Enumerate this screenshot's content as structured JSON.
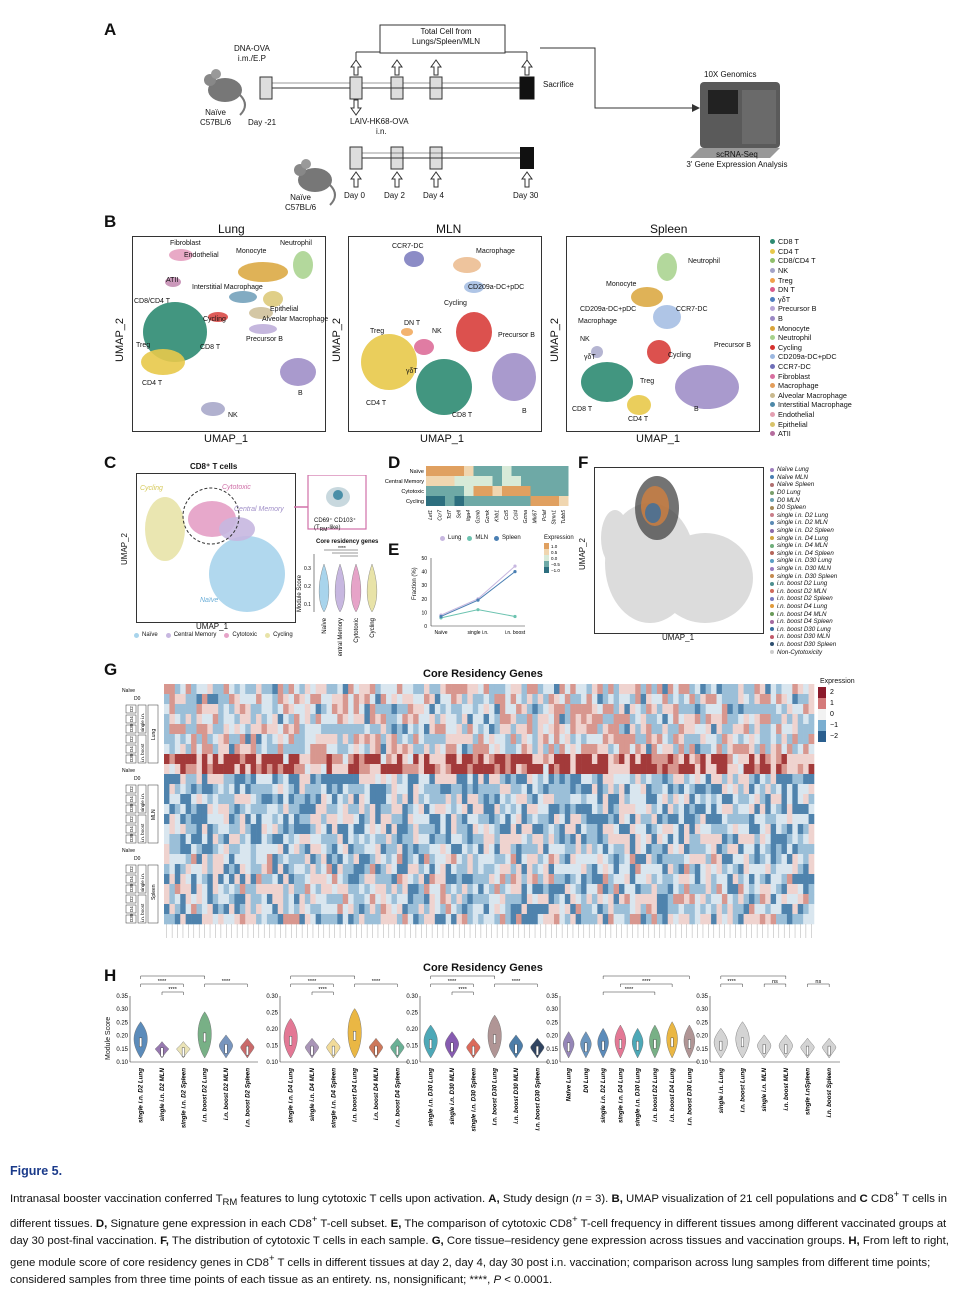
{
  "panelA": {
    "letter": "A",
    "mouse_top_label": [
      "Naïve",
      "C57BL/6"
    ],
    "mouse_bottom_label": [
      "Naïve",
      "C57BL/6"
    ],
    "dna_label": [
      "DNA-OVA",
      "i.m./E.P"
    ],
    "day_minus21": "Day -21",
    "total_cell": [
      "Total Cell from",
      "Lungs/Spleen/MLN"
    ],
    "sacrifice": "Sacrifice",
    "laiv_label": [
      "LAIV-HK68-OVA",
      "i.n."
    ],
    "days": [
      "Day 0",
      "Day 2",
      "Day 4",
      "Day 30"
    ],
    "genomics_title": "10X Genomics",
    "genomics_sub": [
      "scRNA-Seq",
      "3' Gene Expression Analysis"
    ]
  },
  "panelB": {
    "letter": "B",
    "titles": [
      "Lung",
      "MLN",
      "Spleen"
    ],
    "xlabel": "UMAP_1",
    "ylabel": "UMAP_2",
    "lung_labels": [
      "Fibroblast",
      "Endothelial",
      "Monocyte",
      "Neutrophil",
      "ATII",
      "Interstitial Macrophage",
      "CD8/CD4 T",
      "Epithelial",
      "Alveolar Macrophage",
      "Cycling",
      "Precursor B",
      "Treg",
      "CD8 T",
      "CD4 T",
      "B",
      "NK"
    ],
    "mln_labels": [
      "CCR7-DC",
      "Macrophage",
      "CD209a-DC+pDC",
      "Cycling",
      "DN T",
      "NK",
      "Treg",
      "γδT",
      "Precursor B",
      "CD4 T",
      "CD8 T",
      "B"
    ],
    "spleen_labels": [
      "Neutrophil",
      "Monocyte",
      "CD209a-DC+pDC",
      "CCR7-DC",
      "Macrophage",
      "NK",
      "γδT",
      "Cycling",
      "Precursor B",
      "Treg",
      "CD8 T",
      "CD4 T",
      "B"
    ],
    "legend": [
      {
        "label": "CD8 T",
        "color": "#2e8b72"
      },
      {
        "label": "CD4 T",
        "color": "#e8c94a"
      },
      {
        "label": "CD8/CD4 T",
        "color": "#8fbf6a"
      },
      {
        "label": "NK",
        "color": "#a3a3c7"
      },
      {
        "label": "Treg",
        "color": "#f0a04b"
      },
      {
        "label": "DN T",
        "color": "#d85b8c"
      },
      {
        "label": "γδT",
        "color": "#4f7fbf"
      },
      {
        "label": "Precursor B",
        "color": "#b7a5d6"
      },
      {
        "label": "B",
        "color": "#9a88c4"
      },
      {
        "label": "Monocyte",
        "color": "#d9a43a"
      },
      {
        "label": "Neutrophil",
        "color": "#a6d18b"
      },
      {
        "label": "Cycling",
        "color": "#d6332f"
      },
      {
        "label": "CD209a-DC+pDC",
        "color": "#9bb7e0"
      },
      {
        "label": "CCR7-DC",
        "color": "#6f6fb8"
      },
      {
        "label": "Fibroblast",
        "color": "#d86fa0"
      },
      {
        "label": "Macrophage",
        "color": "#e39d5b"
      },
      {
        "label": "Alveolar Macrophage",
        "color": "#c9b98e"
      },
      {
        "label": "Interstitial Macrophage",
        "color": "#4d88a8"
      },
      {
        "label": "Endothelial",
        "color": "#e39fb1"
      },
      {
        "label": "Epithelial",
        "color": "#d8c36a"
      },
      {
        "label": "ATII",
        "color": "#b56d9e"
      }
    ]
  },
  "panelC": {
    "letter": "C",
    "title": "CD8⁺ T cells",
    "labels": [
      "Cycling",
      "Cytotoxic",
      "Central Memory",
      "Naïve"
    ],
    "xlabel": "UMAP_1",
    "ylabel": "UMAP_2",
    "inset_label": [
      "CD69⁺ CD103⁺",
      "(T",
      "RM",
      "-like)"
    ],
    "violin_title": "Core residency genes",
    "violin_ylabel": "Module Score",
    "violin_groups": [
      "Naïve",
      "Central Memory",
      "Cytotoxic",
      "Cycling"
    ],
    "violin_colors": [
      "#a8d4ec",
      "#c7b7e0",
      "#e6a3c8",
      "#e8e3a8"
    ],
    "yticks": [
      "0.3",
      "0.2",
      "0.1"
    ],
    "legend": [
      {
        "label": "Naïve",
        "color": "#a8d4ec"
      },
      {
        "label": "Central Memory",
        "color": "#c7b7e0"
      },
      {
        "label": "Cytotoxic",
        "color": "#e6a3c8"
      },
      {
        "label": "Cycling",
        "color": "#e8e3a8"
      }
    ]
  },
  "panelD": {
    "letter": "D",
    "rows": [
      "Naïve",
      "Central Memory",
      "Cytotoxic",
      "Cycling"
    ],
    "genes": [
      "Lef1",
      "Ccr7",
      "Tcf7",
      "Sell",
      "Itga4",
      "Gzmb",
      "Gzmk",
      "Klrb1",
      "Ccl5",
      "Ccl4",
      "Gzma",
      "Mki67",
      "Pclaf",
      "Stmn1",
      "Tubb5"
    ],
    "legend_title": "Expression",
    "legend_ticks": [
      "1.0",
      "0.5",
      "0.0",
      "−0.5",
      "−1.0"
    ]
  },
  "panelE": {
    "letter": "E",
    "legend": [
      {
        "label": "Lung",
        "color": "#c7b7e0"
      },
      {
        "label": "MLN",
        "color": "#6cc3b0"
      },
      {
        "label": "Spleen",
        "color": "#4a7fb3"
      }
    ],
    "ylabel": "Fraction (%)",
    "yticks": [
      "50",
      "40",
      "30",
      "20",
      "10",
      "0"
    ],
    "categories": [
      "Naïve",
      "single i.n.",
      "i.n. boost"
    ]
  },
  "panelF": {
    "letter": "F",
    "xlabel": "UMAP_1",
    "ylabel": "UMAP_2",
    "legend": [
      {
        "label": "Naïve Lung",
        "color": "#a07fbf"
      },
      {
        "label": "Naïve MLN",
        "color": "#4a7fb3"
      },
      {
        "label": "Naïve Spleen",
        "color": "#b07070"
      },
      {
        "label": "D0 Lung",
        "color": "#7a9f6a"
      },
      {
        "label": "D0 MLN",
        "color": "#6aa0b0"
      },
      {
        "label": "D0 Spleen",
        "color": "#a68a5a"
      },
      {
        "label": "single i.n. D2 Lung",
        "color": "#c97f8a"
      },
      {
        "label": "single i.n. D2 MLN",
        "color": "#5b8bb5"
      },
      {
        "label": "single i.n. D2 Spleen",
        "color": "#8c6ba8"
      },
      {
        "label": "single i.n. D4 Lung",
        "color": "#d0a640"
      },
      {
        "label": "single i.n. D4 MLN",
        "color": "#6fae7a"
      },
      {
        "label": "single i.n. D4 Spleen",
        "color": "#b5655a"
      },
      {
        "label": "single i.n. D30 Lung",
        "color": "#5a9ec4"
      },
      {
        "label": "single i.n. D30 MLN",
        "color": "#9a7bc0"
      },
      {
        "label": "single i.n. D30 Spleen",
        "color": "#c48a4f"
      },
      {
        "label": "i.n. boost D2 Lung",
        "color": "#4e8f8f"
      },
      {
        "label": "i.n. boost D2 MLN",
        "color": "#d06a5a"
      },
      {
        "label": "i.n. boost D2 Spleen",
        "color": "#7a7ac0"
      },
      {
        "label": "i.n. boost D4 Lung",
        "color": "#e09a3a"
      },
      {
        "label": "i.n. boost D4 MLN",
        "color": "#6a9a5a"
      },
      {
        "label": "i.n. boost D4 Spleen",
        "color": "#a56aa0"
      },
      {
        "label": "i.n. boost D30 Lung",
        "color": "#3a6fa0"
      },
      {
        "label": "i.n. boost D30 MLN",
        "color": "#c25a6a"
      },
      {
        "label": "i.n. boost D30 Spleen",
        "color": "#2f4f6f"
      },
      {
        "label": "Non-Cytotoxicity",
        "color": "#cccccc"
      }
    ]
  },
  "panelG": {
    "letter": "G",
    "title": "Core Residency Genes",
    "legend_title": "Expression",
    "legend_ticks": [
      "2",
      "1",
      "0",
      "−1",
      "−2"
    ],
    "groups": [
      "Lung",
      "MLN",
      "Spleen"
    ],
    "row_labels": [
      "Naïve",
      "D0",
      "D2",
      "D4",
      "D30",
      "D2",
      "D4",
      "D30"
    ],
    "sub_labels": [
      "single i.n.",
      "i.n. boost"
    ]
  },
  "panelH": {
    "letter": "H",
    "title": "Core Residency Genes",
    "ylabel": "Module Score",
    "ns": "ns",
    "stars": "****",
    "groups": [
      {
        "yticks": [
          "0.35",
          "0.30",
          "0.25",
          "0.20",
          "0.15",
          "0.10"
        ],
        "labels": [
          "single i.n. D2 Lung",
          "single i.n. D2 MLN",
          "single i.n. D2 Spleen",
          "i.n. boost D2 Lung",
          "i.n. boost D2 MLN",
          "i.n. boost D2 Spleen"
        ],
        "colors": [
          "#4a7fb3",
          "#8c6ba8",
          "#e8e0b0",
          "#6aa87a",
          "#6a8ab8",
          "#c45a5a"
        ]
      },
      {
        "yticks": [
          "0.30",
          "0.25",
          "0.20",
          "0.15",
          "0.10"
        ],
        "labels": [
          "single i.n. D4 Lung",
          "single i.n. D4 MLN",
          "single i.n. D4 Spleen",
          "i.n. boost D4 Lung",
          "i.n. boost D4 MLN",
          "i.n. boost D4 Spleen"
        ],
        "colors": [
          "#e06a8a",
          "#a08ab0",
          "#f0d890",
          "#e8b030",
          "#c86a4a",
          "#5aa88a"
        ]
      },
      {
        "yticks": [
          "0.30",
          "0.25",
          "0.20",
          "0.15",
          "0.10"
        ],
        "labels": [
          "single i.n. D30 Lung",
          "single i.n. D30 MLN",
          "single i.n. D30 Spleen",
          "i.n. boost D30 Lung",
          "i.n. boost D30 MLN",
          "i.n. boost D30 Spleen"
        ],
        "colors": [
          "#3a9fb0",
          "#7a4aa8",
          "#d85a4a",
          "#a88a8a",
          "#3a6f9f",
          "#1a3050"
        ]
      },
      {
        "yticks": [
          "0.35",
          "0.30",
          "0.25",
          "0.20",
          "0.15",
          "0.10"
        ],
        "labels": [
          "Naïve Lung",
          "D0 Lung",
          "single i.n. D2 Lung",
          "single i.n. D4 Lung",
          "single i.n. D30 Lung",
          "i.n. boost D2 Lung",
          "i.n. boost D4 Lung",
          "i.n. boost D30 Lung"
        ],
        "colors": [
          "#8a7ab0",
          "#5a8ab8",
          "#4a7fb3",
          "#e06a8a",
          "#3a9fb0",
          "#6aa87a",
          "#e8b030",
          "#a88a8a"
        ]
      },
      {
        "yticks": [
          "0.35",
          "0.30",
          "0.25",
          "0.20",
          "0.15",
          "0.10"
        ],
        "labels": [
          "single i.n. Lung",
          "i.n. boost Lung",
          "single i.n. MLN",
          "i.n. boost MLN",
          "single i.nSpleen",
          "i.n. boost Spleen"
        ],
        "colors": [
          "#d0d0d0",
          "#d0d0d0",
          "#d0d0d0",
          "#d0d0d0",
          "#d0d0d0",
          "#d0d0d0"
        ]
      }
    ]
  },
  "caption": {
    "title": "Figure 5.",
    "body_html": "Intranasal booster vaccination conferred T<sub>RM</sub> features to lung cytotoxic T cells upon activation. <b>A,</b> Study design (<i>n</i> = 3). <b>B,</b> UMAP visualization of 21 cell populations and <b>C</b> CD8<sup>+</sup> T cells in different tissues. <b>D,</b> Signature gene expression in each CD8<sup>+</sup> T-cell subset. <b>E,</b> The comparison of cytotoxic CD8<sup>+</sup> T-cell frequency in different tissues among different vaccinated groups at day 30 post-final vaccination. <b>F,</b> The distribution of cytotoxic T cells in each sample. <b>G,</b> Core tissue–residency gene expression across tissues and vaccination groups. <b>H,</b> From left to right, gene module score of core residency genes in CD8<sup>+</sup> T cells in different tissues at day 2, day 4, day 30 post i.n. vaccination; comparison across lung samples from different time points; considered samples from three time points of each tissue as an entirety. ns, nonsignificant; ****, <i>P</i> &lt; 0.0001."
  }
}
